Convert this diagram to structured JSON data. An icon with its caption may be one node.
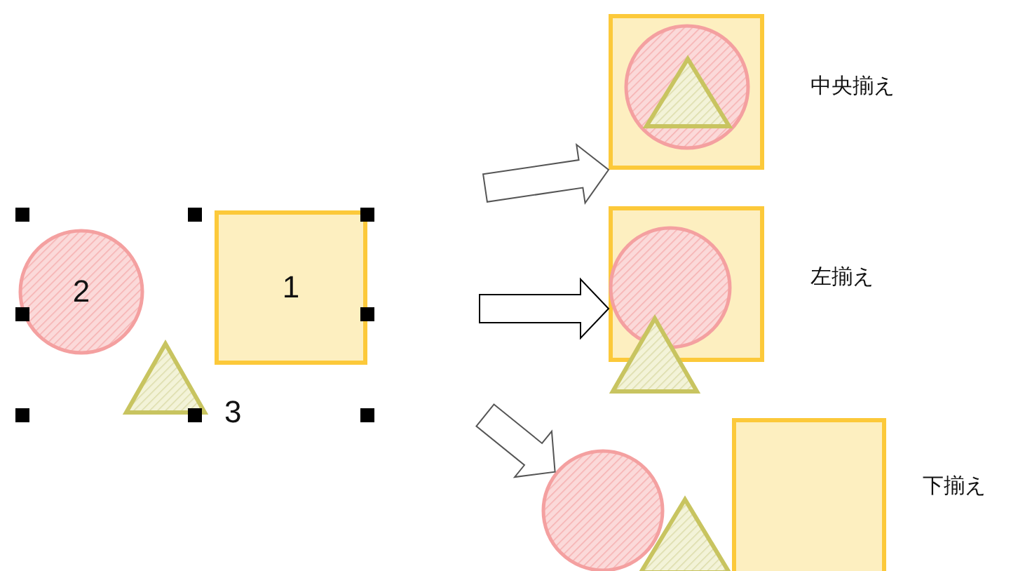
{
  "diagram": {
    "nodes": [
      {
        "text": [
          "1"
        ]
      },
      {
        "text": [
          "2"
        ]
      },
      {
        "text": [],
        "shape": "triangle",
        "beside": [
          "3"
        ]
      },
      {
        "text": [],
        "shape": "box"
      },
      {
        "text": [],
        "shape": "circle",
        "in": 3
      },
      {
        "text": [],
        "shape": "triangle",
        "in": 4
      },
      {
        "text": [],
        "shape": "box"
      },
      {
        "text": [],
        "shape": "circle",
        "in": 6
      },
      {
        "text": [],
        "shape": "triangle"
      },
      {
        "text": [],
        "shape": "circle"
      },
      {
        "text": [],
        "shape": "triangle"
      },
      {
        "text": [],
        "shape": "box"
      }
    ],
    "edges": [
      {
        "from": null,
        "to": 3,
        "arrow": "to"
      },
      {
        "from": null,
        "to": 6,
        "arrow": "to"
      },
      {
        "from": null,
        "to": 9,
        "arrow": "to"
      }
    ],
    "labels": [
      "中央揃え",
      "左揃え",
      "下揃え"
    ]
  }
}
